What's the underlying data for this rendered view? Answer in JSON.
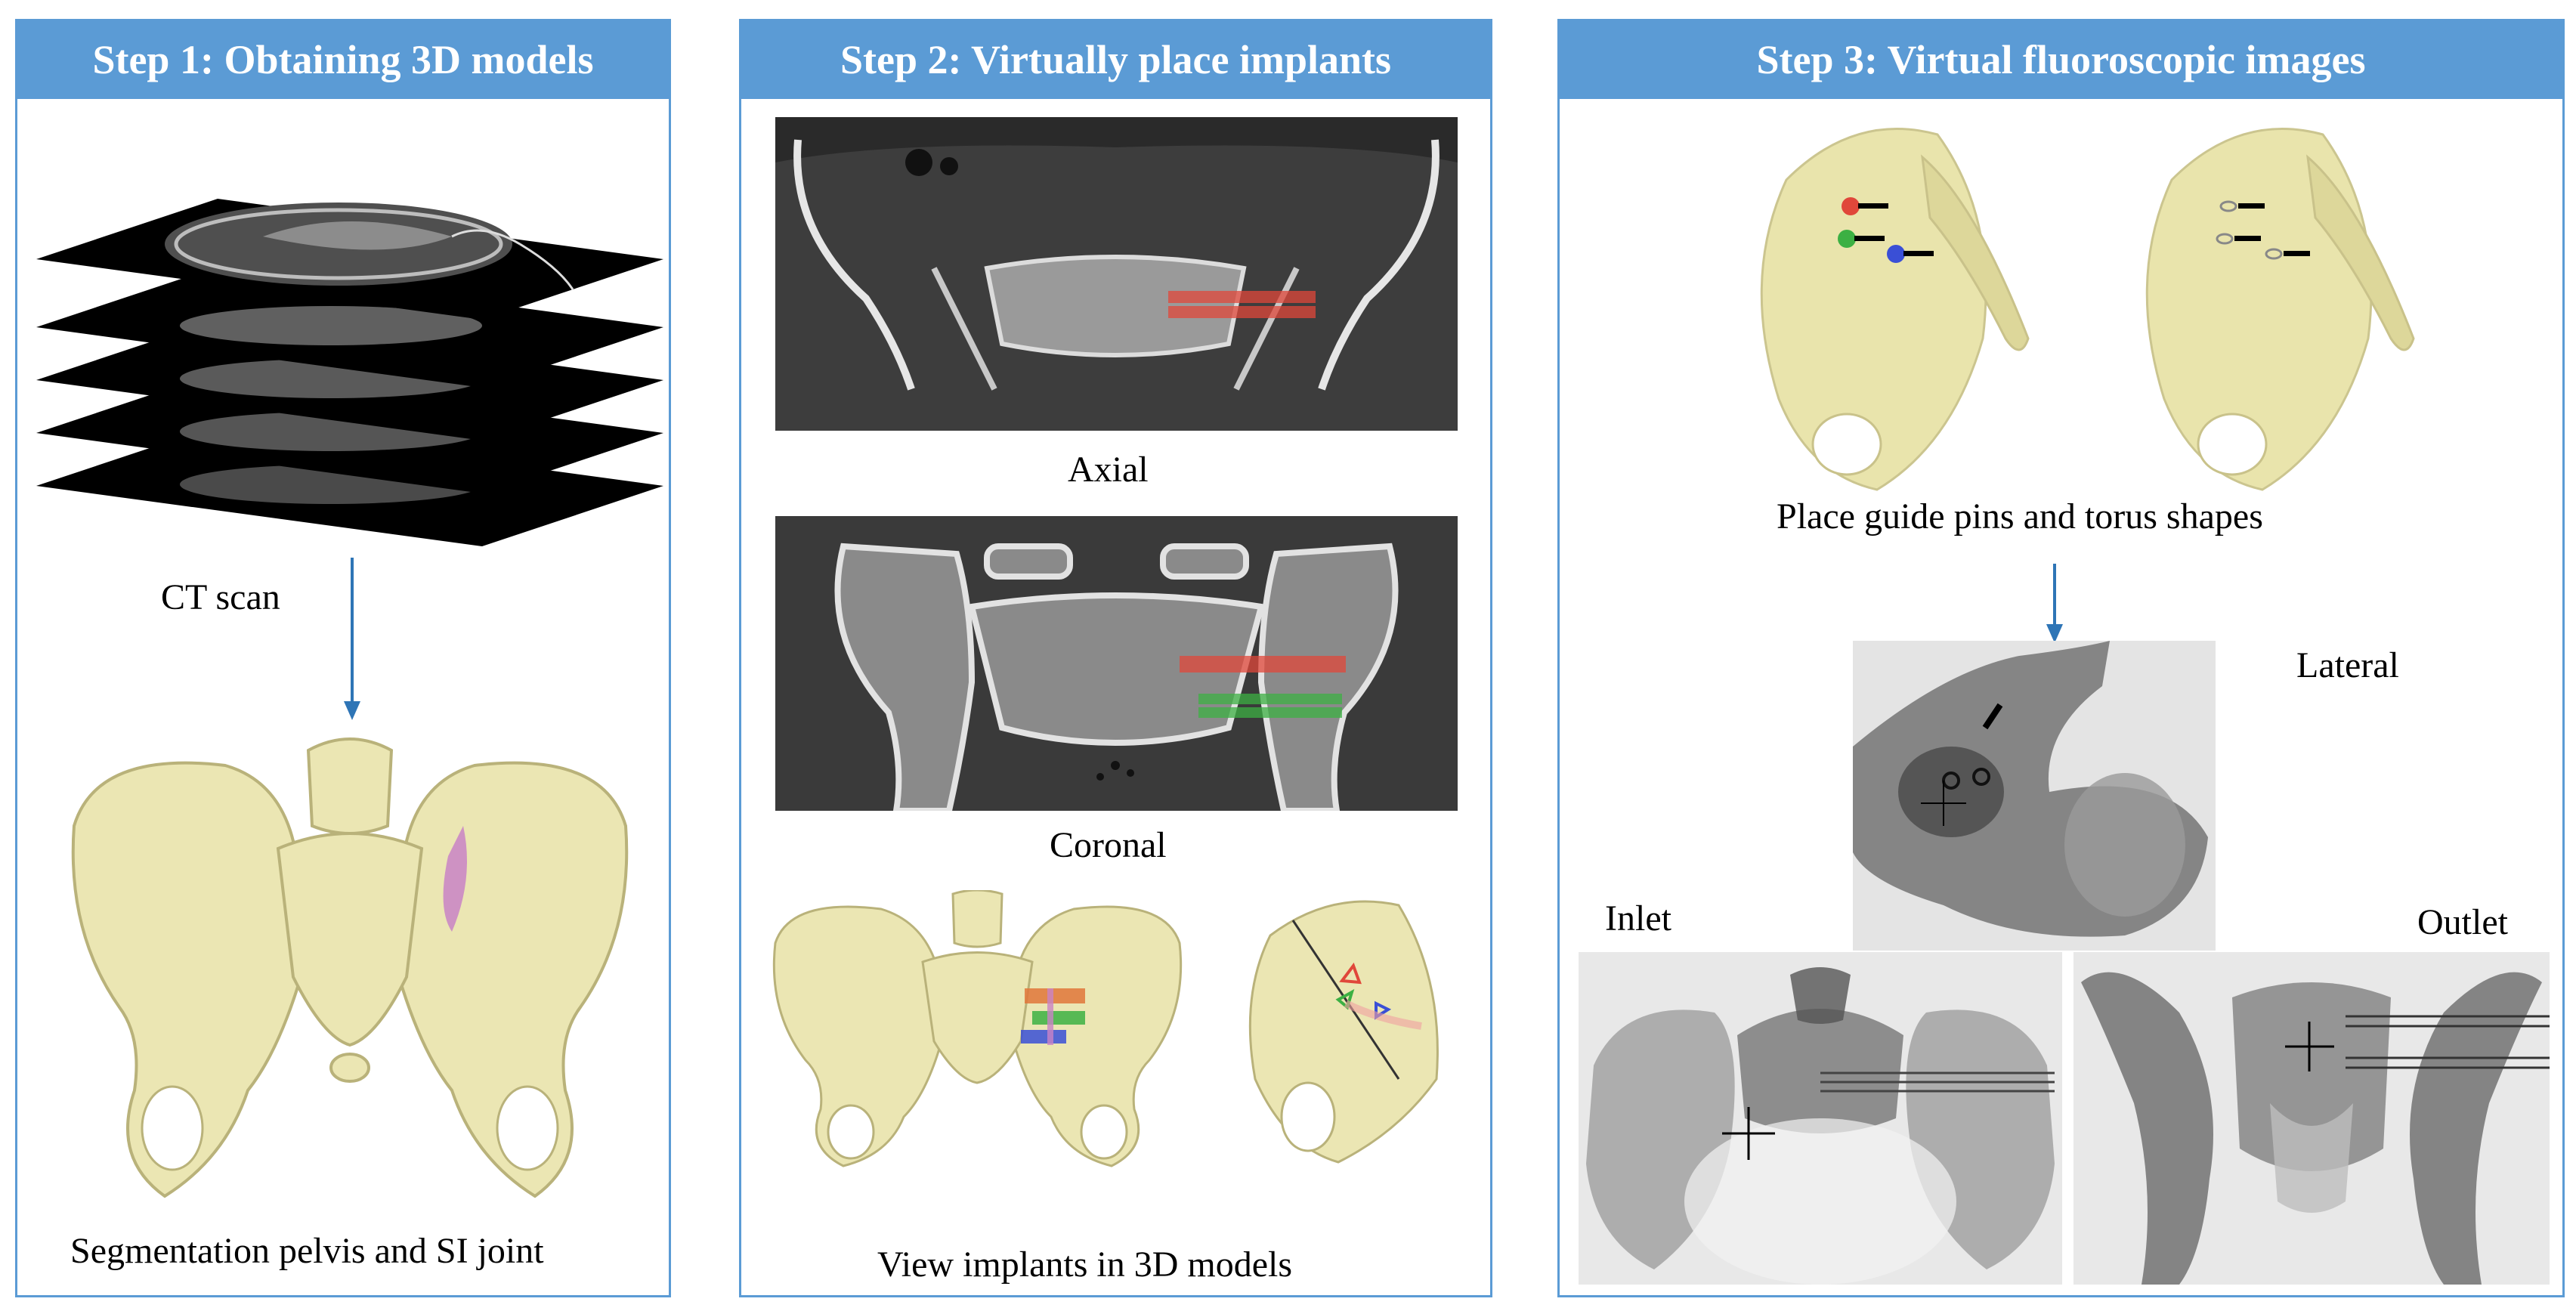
{
  "panels": [
    {
      "title": "Step 1: Obtaining 3D models",
      "captions": {
        "ct_scan": "CT scan",
        "segmentation": "Segmentation pelvis and SI joint"
      }
    },
    {
      "title": "Step 2: Virtually place implants",
      "captions": {
        "axial": "Axial",
        "coronal": "Coronal",
        "view3d": "View implants in 3D models"
      }
    },
    {
      "title": "Step 3: Virtual fluoroscopic images",
      "captions": {
        "place": "Place guide pins and torus shapes",
        "lateral": "Lateral",
        "inlet": "Inlet",
        "outlet": "Outlet"
      }
    }
  ],
  "colors": {
    "header": "#5b9bd5",
    "arrow": "#2e75b6",
    "bone": "#e8e3a8",
    "implant_red": "#e0473a",
    "implant_green": "#3cb043",
    "implant_blue": "#3a4fd6",
    "si_joint": "#c983c6"
  }
}
